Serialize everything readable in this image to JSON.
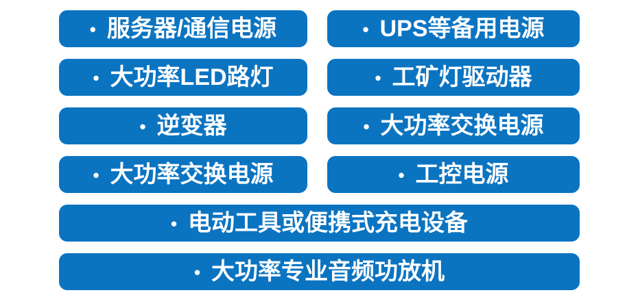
{
  "page": {
    "background": "#ffffff"
  },
  "theme": {
    "tag_color": "#0b74c1",
    "text_color": "#ffffff"
  },
  "bullet": "•",
  "tags": {
    "items": [
      {
        "label": "服务器/通信电源"
      },
      {
        "label": "UPS等备用电源"
      },
      {
        "label": "大功率LED路灯"
      },
      {
        "label": "工矿灯驱动器"
      },
      {
        "label": "逆变器"
      },
      {
        "label": "大功率交换电源"
      },
      {
        "label": "大功率交换电源"
      },
      {
        "label": "工控电源"
      },
      {
        "label": "电动工具或便携式充电设备"
      },
      {
        "label": "大功率专业音频功放机"
      }
    ]
  }
}
